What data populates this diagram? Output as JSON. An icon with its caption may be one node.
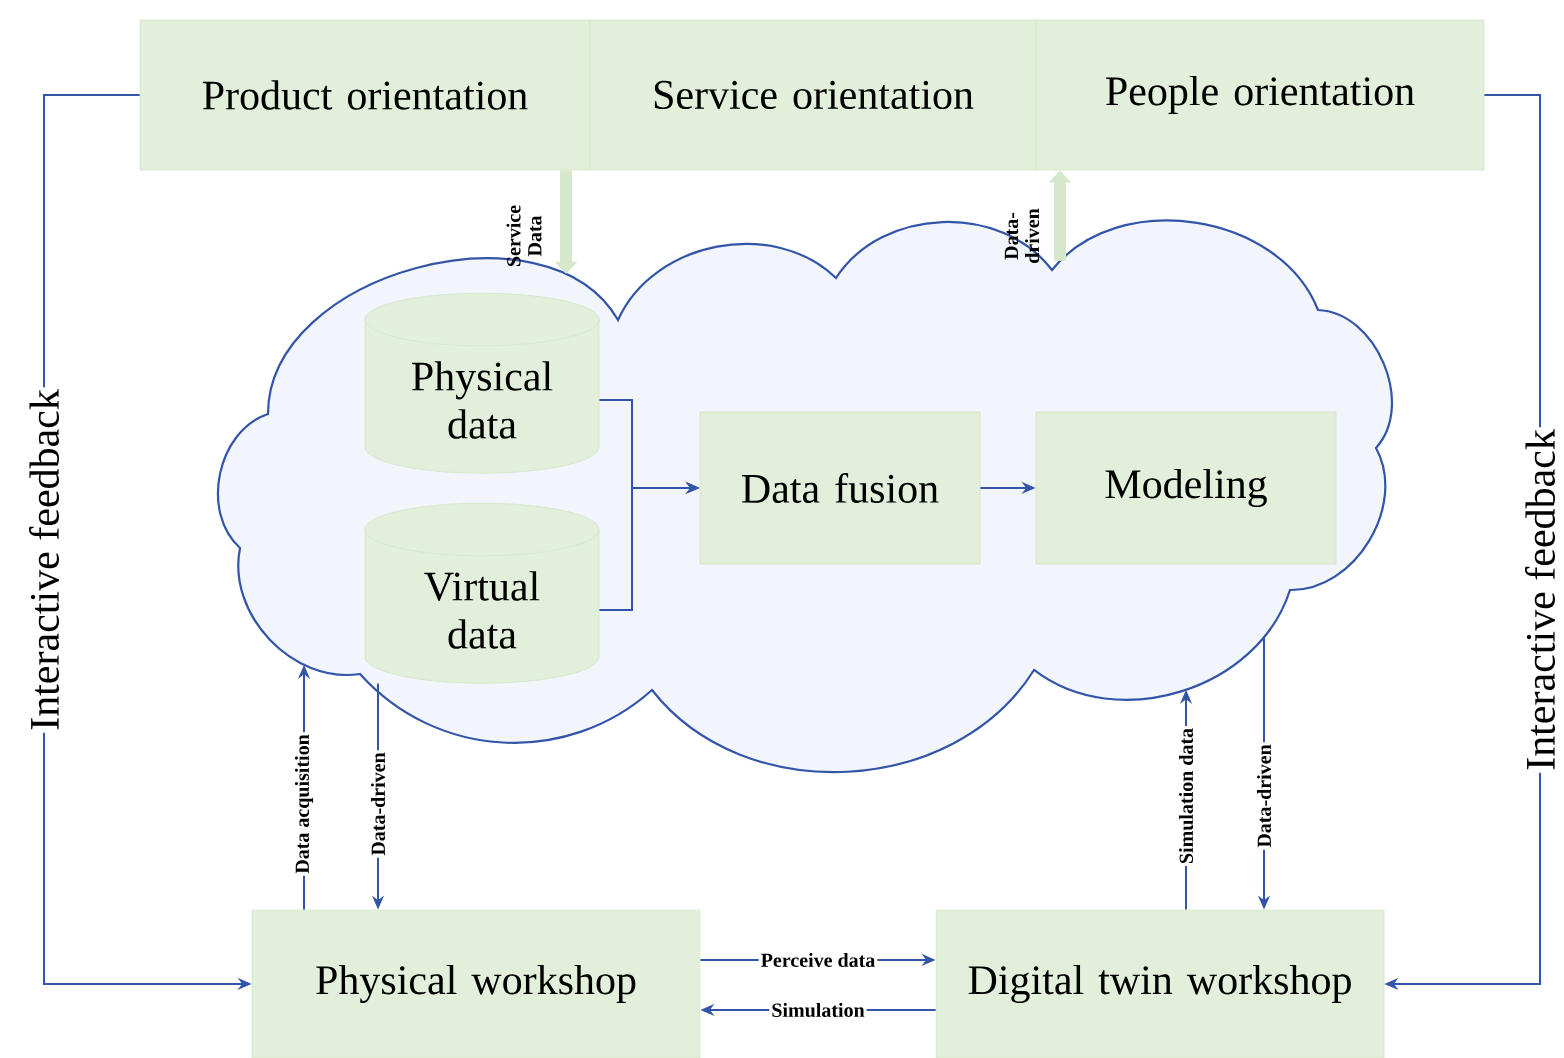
{
  "diagram": {
    "nodes": [
      {
        "text": [
          "Product orientation"
        ]
      },
      {
        "text": [
          "Service orientation"
        ]
      },
      {
        "text": [
          "People orientation"
        ]
      },
      {
        "text": [],
        "shape": "cloud"
      },
      {
        "text": [
          "Physical data"
        ],
        "in": 3
      },
      {
        "text": [
          "Virtual data"
        ],
        "in": 3
      },
      {
        "text": [
          "Data fusion"
        ],
        "in": 3
      },
      {
        "text": [
          "Modeling"
        ],
        "in": 3
      },
      {
        "text": [
          "Physical workshop"
        ]
      },
      {
        "text": [
          "Digital twin workshop"
        ]
      }
    ],
    "edges": [
      {
        "from": 4,
        "to": 6,
        "arrow": "to"
      },
      {
        "from": 5,
        "to": 6,
        "arrow": "to"
      },
      {
        "from": 6,
        "to": 7,
        "arrow": "to"
      },
      {
        "from": 0,
        "to": 3,
        "arrow": "to",
        "label": "Service Data",
        "style": "thick",
        "color": "#d5e8cc"
      },
      {
        "from": 3,
        "to": 2,
        "arrow": "to",
        "label": "Data-driven",
        "style": "thick",
        "color": "#d5e8cc"
      },
      {
        "from": 0,
        "to": 8,
        "arrow": "to",
        "label": "Interactive feedback"
      },
      {
        "from": 2,
        "to": 9,
        "arrow": "to",
        "label": "Interactive feedback"
      },
      {
        "from": 8,
        "to": 3,
        "arrow": "to",
        "label": "Data acquisition"
      },
      {
        "from": 5,
        "to": 8,
        "arrow": "to",
        "label": "Data-driven"
      },
      {
        "from": 9,
        "to": 3,
        "arrow": "to",
        "label": "Simulation data"
      },
      {
        "from": 3,
        "to": 9,
        "arrow": "to",
        "label": "Data-driven"
      },
      {
        "from": 8,
        "to": 9,
        "arrow": "to",
        "label": "Perceive data"
      },
      {
        "from": 9,
        "to": 8,
        "arrow": "to",
        "label": "Simulation"
      }
    ]
  }
}
